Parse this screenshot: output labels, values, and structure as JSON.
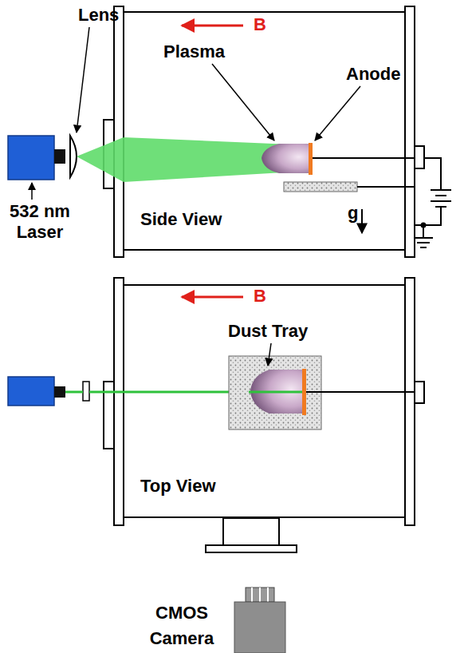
{
  "diagram": {
    "labels": [
      "Lens",
      "B",
      "Plasma",
      "Anode",
      "532 nm Laser",
      "Side View",
      "g",
      "B",
      "Dust Tray",
      "Top View",
      "CMOS Camera"
    ]
  }
}
